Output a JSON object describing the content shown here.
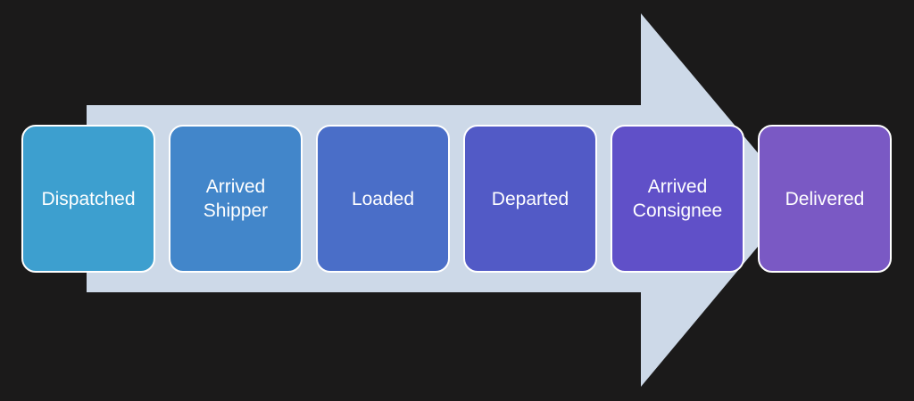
{
  "diagram": {
    "arrow_color": "#cdd9e8",
    "steps": [
      {
        "label": "Dispatched",
        "color": "#3d9fcf"
      },
      {
        "label": "Arrived\nShipper",
        "color": "#4286ca"
      },
      {
        "label": "Loaded",
        "color": "#4a6ec8"
      },
      {
        "label": "Departed",
        "color": "#525ac6"
      },
      {
        "label": "Arrived\nConsignee",
        "color": "#6050c8"
      },
      {
        "label": "Delivered",
        "color": "#7a59c4"
      }
    ]
  }
}
